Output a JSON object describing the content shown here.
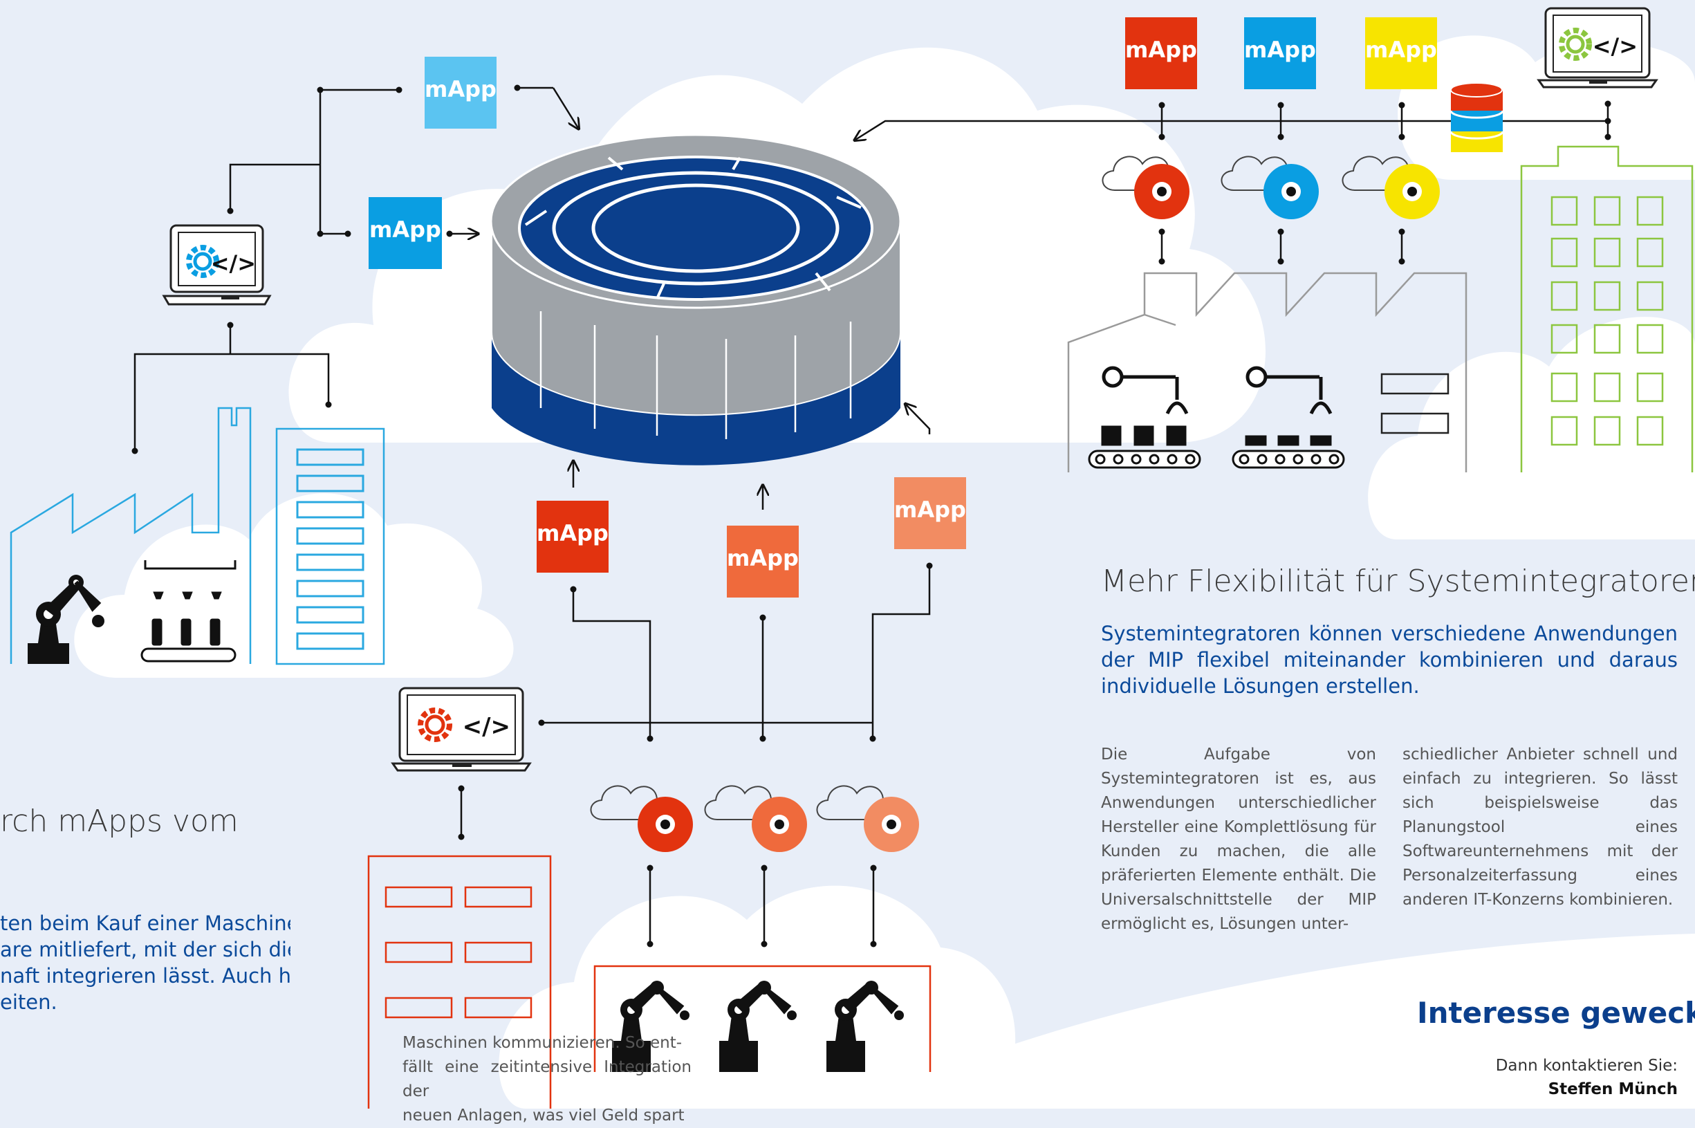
{
  "mapp_label": "mApp",
  "code_glyph": "</>",
  "colors": {
    "background": "#e8eef8",
    "cloud": "#ffffff",
    "platform_dark": "#0b3f8c",
    "platform_grey": "#9ea3a8",
    "mapp_light_blue": "#5bc4f1",
    "mapp_blue": "#0a9ee2",
    "mapp_red": "#e2330f",
    "mapp_orange": "#ef6a3c",
    "mapp_salmon": "#f28c62",
    "mapp_yellow": "#f7e400",
    "heading_blue": "#0b3f8c",
    "green_building": "#8cc63f"
  },
  "icons": [
    "cloud-icon",
    "gear-icon",
    "laptop-icon",
    "robot-arm-icon",
    "database-icon",
    "factory-icon",
    "building-icon",
    "conveyor-icon"
  ],
  "left_section": {
    "heading_fragment": "rch mApps vom",
    "lead_lines": [
      "ten beim Kauf einer Maschine,",
      "are mitliefert, mit der sich die",
      "naft integrieren lässt. Auch hier",
      "eiten."
    ],
    "body_lines": [
      "Maschinen kommunizieren. So ent-",
      "fällt eine zeitintensive Integration der",
      "neuen Anlagen, was viel Geld spart"
    ]
  },
  "right_section": {
    "heading": "Mehr Flexibilität für Systemintegratoren",
    "lead": "Systemintegratoren können verschiedene Anwendungen der MIP flexibel miteinander kombinieren und daraus individuelle Lösungen erstellen.",
    "body_col1": "Die Aufgabe von Systemintegratoren ist es, aus Anwendungen unterschiedlicher Hersteller eine Komplettlösung für Kunden zu machen, die alle präferierten Elemente enthält. Die Universalschnittstelle der MIP ermöglicht es, Lösungen unter-",
    "body_col2": "schiedlicher Anbieter schnell und einfach zu integrieren. So lässt sich beispielsweise das Planungstool eines Softwareunternehmens mit der Personalzeiterfassung eines anderen IT-Konzerns kombinieren.",
    "cta": "Interesse geweckt?",
    "contact_line": "Dann kontaktieren Sie:",
    "contact_name": "Steffen Münch"
  }
}
